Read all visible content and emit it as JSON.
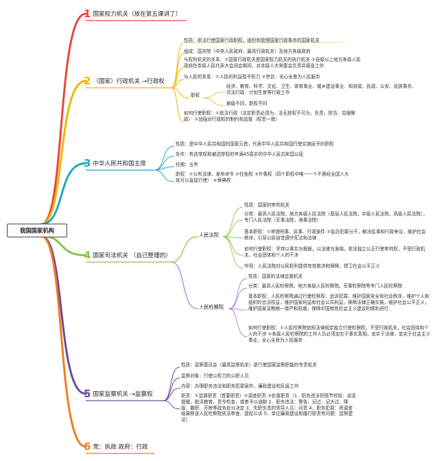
{
  "root": "我国国家机构",
  "colors": {
    "b1": "#e8453c",
    "b2": "#f4b400",
    "b3": "#1ea7c5",
    "b4": "#8bc34a",
    "b5": "#6a4a9c",
    "b6": "#f07d1e",
    "b4_court": "#8bc34a",
    "b4_proc": "#a87ad9"
  },
  "branches": [
    {
      "number": "1",
      "label": "国家权力机关（放在第五课讲了）"
    },
    {
      "number": "2",
      "label": "（国家）行政机关 →行政权"
    },
    {
      "number": "3",
      "label": "中华人民共和国主席"
    },
    {
      "number": "4",
      "label": "国家司法机关 （自己整理的）"
    },
    {
      "number": "5",
      "label": "国家监察机关 →监察权"
    },
    {
      "number": "6",
      "label": "党：执政 政府：行政"
    }
  ],
  "admin": {
    "nature": "性质：依法行使国家行政职权，组织和管理国家行政事务的国家机关",
    "composition": "组成：国务院（中央人民政府，最高行政机关）及地方各级政府",
    "relation_power": "与权利机关的关系：①国家行政机关是国家权力机关的执行机关 ②县级以上地方各级人民政府在本级人民代表大会闭会期间，对本级人大常委会负责并报告工作",
    "relation_people": "与人民的关系：①人民的利益授予权力 ②宗旨：全心全意为人民服务",
    "duties_label": "职权",
    "duties_1": "经济、教育、科学、文化、卫生、体育事业、城乡建设事业、和财政、民政、公安、民族事务、司法行政、计划生育等行政工作",
    "duties_2": "据级不同，职权不同",
    "how": "如何行使职权：①依法行政（法定职责必须为，法无授权不可为，负责，担当，克服懈政） ②加强对行政权的制约和监督（权责一致）"
  },
  "president": {
    "nature": "性质：是中华人民共和国的国家元首，代表中华人民共和国行使实施层予的职权",
    "condition": "条件：有选举权和被选举权的年满45周岁的中华人民共和国公民",
    "term": "任期：五年",
    "powers": "职权：①公布法律，发布命令 ②任免权 ③外事权（四个职权中唯一一个不需经全国人大就可以直接行使） ④荣典权"
  },
  "judicial": {
    "court": {
      "label": "人民法院",
      "nature": "性质：国家的审判机关",
      "classification": "分类：最高人民法院，地方各级人民法院（基层人民法院，中级人民法院，高级人民法院），专门人民法院（军事法院，海事法院）",
      "duties": "基本职权：①审理刑事、民事、行政案件 ②惩办犯罪分子，解决民事和行政争议，维护社会秩序，引导公民自觉遵守宪法和法律",
      "how": "如何行使职权：坚持以事实为根据，以法律为准绳，依法独立公正行使审判权，不受行政机关，社会团体和个人的干涉",
      "role": "作用：人民法院对公民权利提供有效救济和保障，捍卫社会公平正义"
    },
    "procuratorate": {
      "label": "人民检察院",
      "nature": "性质：国家的法律监督机关",
      "classification": "分类：最高人民检察院，地方各级人民检察院，军事检察院等专门人民检察院",
      "duties": "基本职权：人民检察院通过行使检察权，追诉犯罪，维护国家安全和社会秩序，维护个人和组织的合法权益，维护国家利益和社会公共利益，保障法律正确实施，维护社会公平正义，维护国家法制统一尊严和权威，保障中国特色社会主义建设的顺利进行",
      "how": "如何行使职权：①人民检察院依照法律规定独立行使检察权，不受行政机关，社会团体和个人的干涉 ②各级人民检察院的工作人员必须忠实于事实真相，忠实于法律，忠实于社会主义事业，全心全意为人民服务"
    }
  },
  "supervisory": {
    "nature": "性质：监察委员会（最高监察机关）是行使国家监察职能的专责机关",
    "target": "监察对象：行使公权力的公职人员",
    "content": "内容：办理职务违法和职务犯罪案件，廉政建设和反腐工作",
    "duties": "职责：①监督职责（首要职责）②调查职责 ③处置职责（1、职务违法但情节较轻：谈话提醒，批评教育，责令检查，或者予以诫勉 2、职务违法：警告、记过、记大过、降级、撤职、开除等政务处分决定 3、失职失责的领导人员：问责 4、职务犯罪：将调查结果移送人民检察院依法审查、提起公诉 5、单位廉政建设和履行职责有问题：监察建议）"
  }
}
